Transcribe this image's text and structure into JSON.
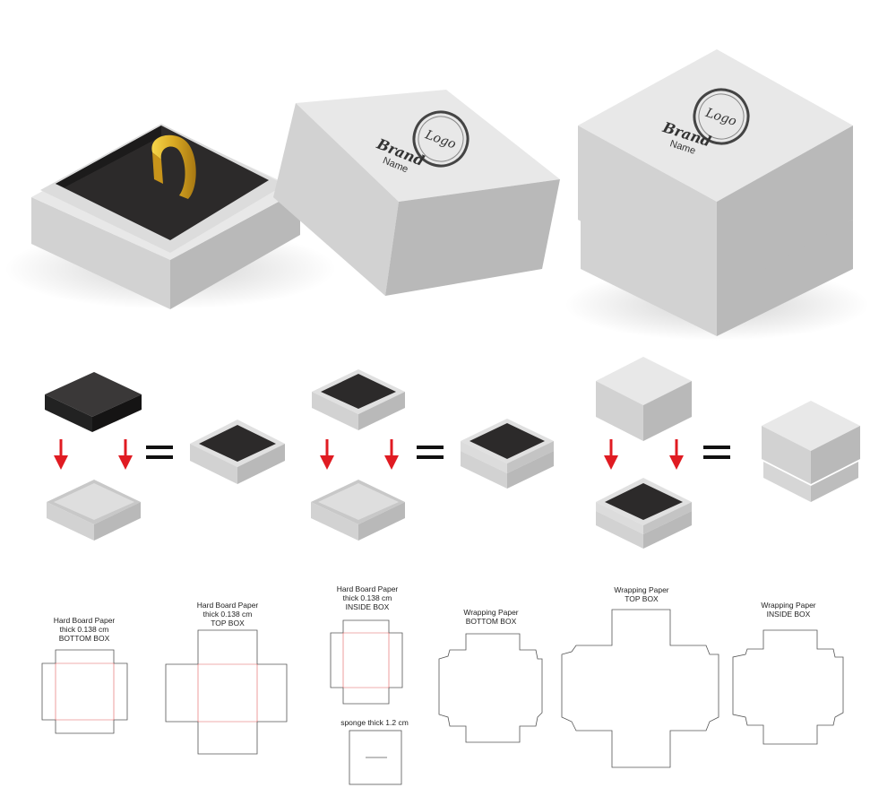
{
  "illustration": {
    "lid_logo_text": "Logo",
    "lid_brand_text": "Brand",
    "lid_name_text": "Name"
  },
  "dielines": {
    "bottom_box": [
      "Hard Board Paper",
      "thick 0.138 cm",
      "BOTTOM BOX"
    ],
    "top_box": [
      "Hard Board Paper",
      "thick 0.138 cm",
      "TOP BOX"
    ],
    "inside_box": [
      "Hard Board Paper",
      "thick 0.138 cm",
      "INSIDE BOX"
    ],
    "sponge": [
      "sponge thick 1.2 cm"
    ],
    "wrap_bottom": [
      "Wrapping Paper",
      "BOTTOM BOX"
    ],
    "wrap_top": [
      "Wrapping Paper",
      "TOP BOX"
    ],
    "wrap_inside": [
      "Wrapping Paper",
      "INSIDE BOX"
    ]
  },
  "colors": {
    "box_top": "#e8e8e8",
    "box_left": "#d2d2d2",
    "box_right": "#b9b9b9",
    "sponge": "#2c2a2a",
    "arrow": "#e01b22",
    "ring": "#d9a923",
    "cut_line": "#555555",
    "fold_line": "#e05a5a"
  }
}
